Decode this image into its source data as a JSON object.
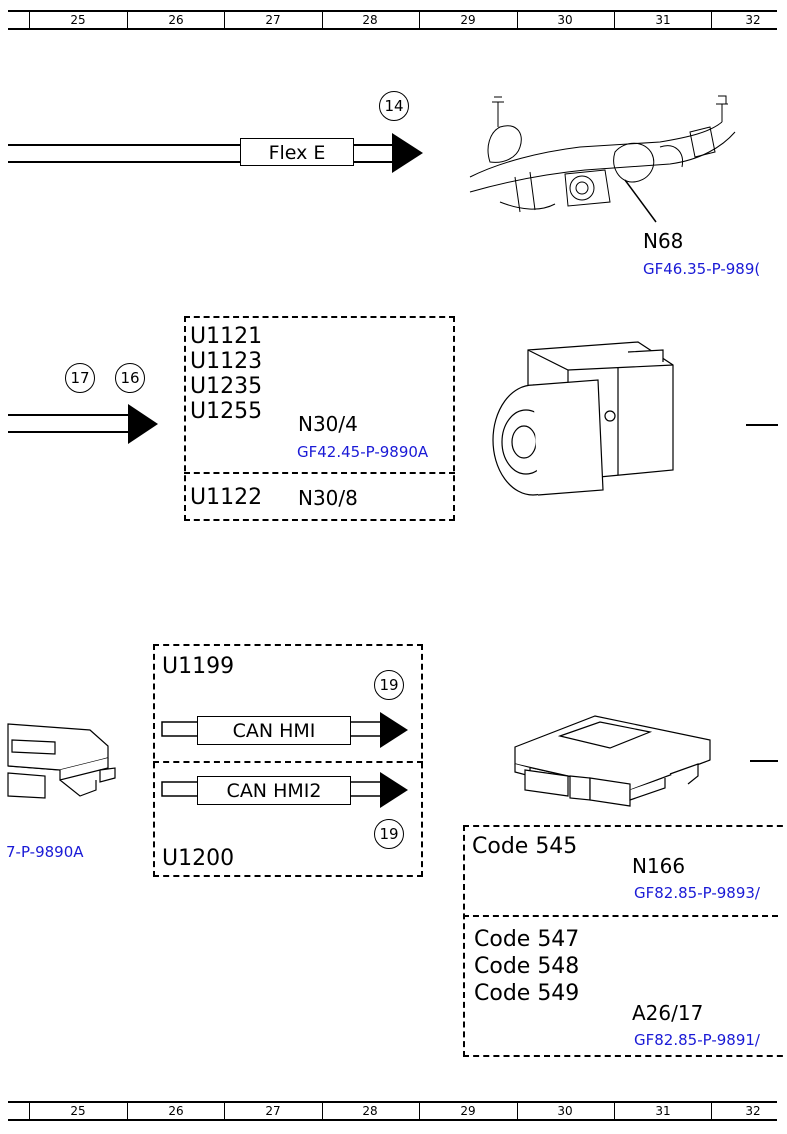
{
  "ruler": {
    "columns": [
      "25",
      "26",
      "27",
      "28",
      "29",
      "30",
      "31",
      "32"
    ]
  },
  "section1": {
    "bus_label": "Flex E",
    "connector_ref": "14",
    "component": "N68",
    "doc_ref": "GF46.35-P-989("
  },
  "section2": {
    "connector_refs": [
      "17",
      "16"
    ],
    "codes_upper": [
      "U1121",
      "U1123",
      "U1235",
      "U1255"
    ],
    "component_upper": "N30/4",
    "doc_ref_upper": "GF42.45-P-9890A",
    "code_lower": "U1122",
    "component_lower": "N30/8"
  },
  "section3": {
    "left_doc_ref": "7-P-9890A",
    "code_top": "U1199",
    "bus1_label": "CAN HMI",
    "bus1_ref": "19",
    "bus2_label": "CAN HMI2",
    "bus2_ref": "19",
    "code_bottom": "U1200",
    "box1": {
      "code": "Code 545",
      "component": "N166",
      "doc_ref": "GF82.85-P-9893/"
    },
    "box2": {
      "codes": [
        "Code 547",
        "Code 548",
        "Code 549"
      ],
      "component": "A26/17",
      "doc_ref": "GF82.85-P-9891/"
    }
  }
}
